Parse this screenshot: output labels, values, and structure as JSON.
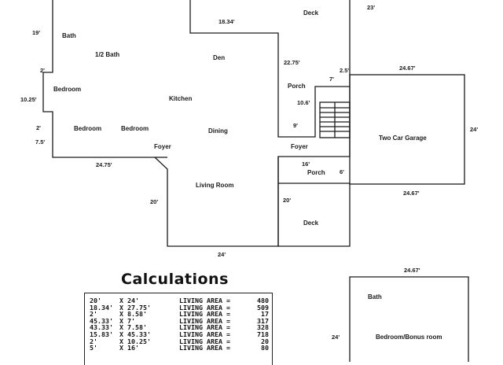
{
  "rooms": {
    "deck_top": "Deck",
    "bath": "Bath",
    "half_bath": "1/2 Bath",
    "den": "Den",
    "bedroom_left": "Bedroom",
    "kitchen": "Kitchen",
    "porch_upper": "Porch",
    "bedroom_lower1": "Bedroom",
    "bedroom_lower2": "Bedroom",
    "dining": "Dining",
    "garage": "Two Car Garage",
    "foyer_left": "Foyer",
    "foyer_right": "Foyer",
    "porch_lower": "Porch",
    "living_room": "Living Room",
    "deck_bottom": "Deck",
    "bath_bonus": "Bath",
    "bonus_room": "Bedroom/Bonus room"
  },
  "dimensions": {
    "d_23": "23'",
    "d_19": "19'",
    "d_1834": "18.34'",
    "d_2275": "22.75'",
    "d_25": "2.5'",
    "d_2467_top": "24.67'",
    "d_2_a": "2'",
    "d_7": "7'",
    "d_1025": "10.25'",
    "d_106": "10.6'",
    "d_2_b": "2'",
    "d_9": "9'",
    "d_24_garage": "24'",
    "d_75": "7.5'",
    "d_2475": "24.75'",
    "d_16": "16'",
    "d_6": "6'",
    "d_2467_mid": "24.67'",
    "d_20_left": "20'",
    "d_20_right": "20'",
    "d_24_bottom": "24'",
    "d_2467_bonus": "24.67'",
    "d_24_bonus": "24'"
  },
  "calculations": {
    "title": "Calculations",
    "rows": [
      {
        "a": "20'",
        "b": "X 24'",
        "label": "LIVING AREA =",
        "value": "480"
      },
      {
        "a": "18.34'",
        "b": "X 27.75'",
        "label": "LIVING AREA =",
        "value": "509"
      },
      {
        "a": "2'",
        "b": "X 8.58'",
        "label": "LIVING AREA =",
        "value": "17"
      },
      {
        "a": "45.33'",
        "b": "X 7'",
        "label": "LIVING AREA =",
        "value": "317"
      },
      {
        "a": "43.33'",
        "b": "X 7.58'",
        "label": "LIVING AREA =",
        "value": "328"
      },
      {
        "a": "15.83'",
        "b": "X 45.33'",
        "label": "LIVING AREA =",
        "value": "718"
      },
      {
        "a": "2'",
        "b": "X 10.25'",
        "label": "LIVING AREA =",
        "value": "20"
      },
      {
        "a": "5'",
        "b": "X 16'",
        "label": "LIVING AREA =",
        "value": "80"
      }
    ]
  }
}
